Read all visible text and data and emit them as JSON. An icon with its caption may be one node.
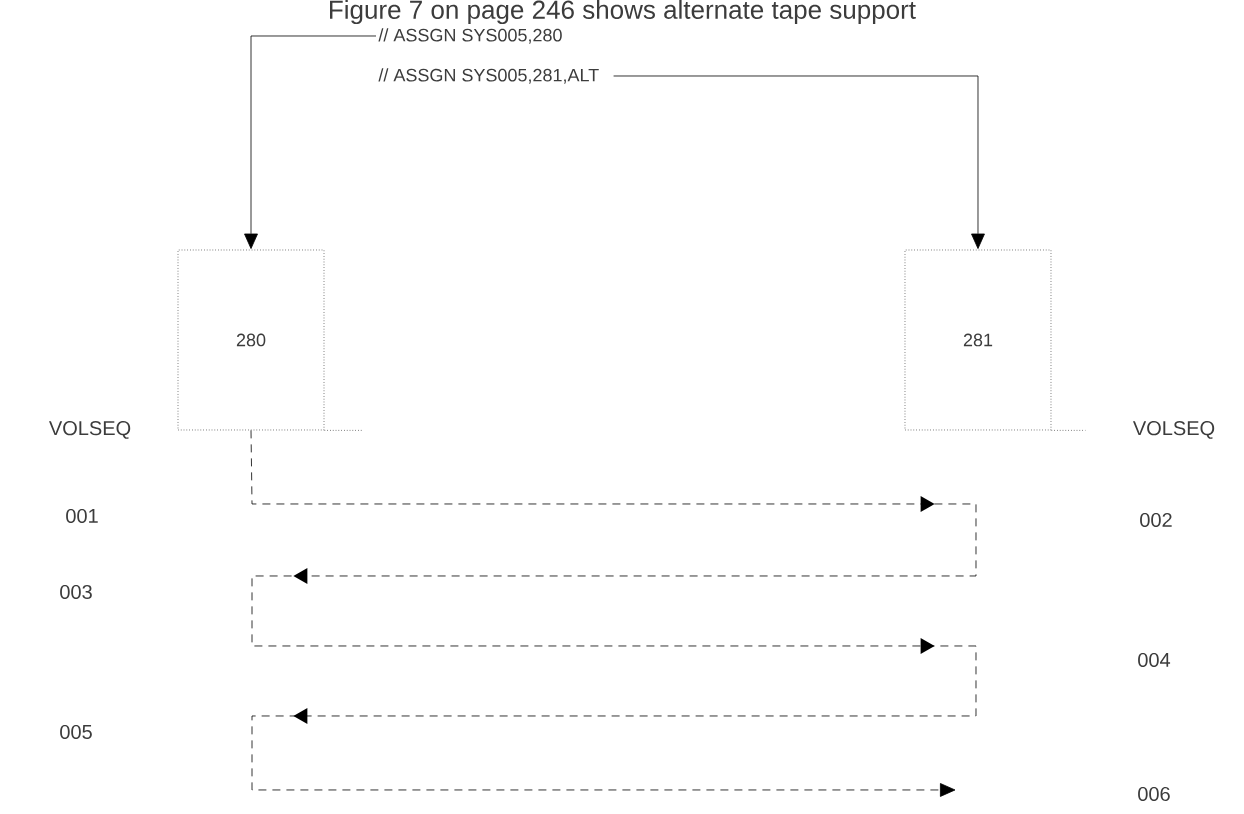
{
  "diagram": {
    "nodes": [
      {
        "text": [
          "// ASSGN  SYS005,280"
        ]
      },
      {
        "text": [
          "// ASSGN  SYS005,281,ALT"
        ]
      },
      {
        "text": [
          "280"
        ]
      },
      {
        "text": [
          "281"
        ]
      }
    ],
    "edges": [
      {
        "from": 0,
        "to": 2,
        "arrow": "to"
      },
      {
        "from": 1,
        "to": 3,
        "arrow": "to"
      },
      {
        "from": 2,
        "to": null,
        "arrow": "to",
        "style": "dashed"
      }
    ],
    "labels": [
      "Figure 7 on page 246 shows alternate tape support",
      "VOLSEQ",
      "VOLSEQ",
      "001",
      "002",
      "003",
      "004",
      "005",
      "006"
    ]
  }
}
